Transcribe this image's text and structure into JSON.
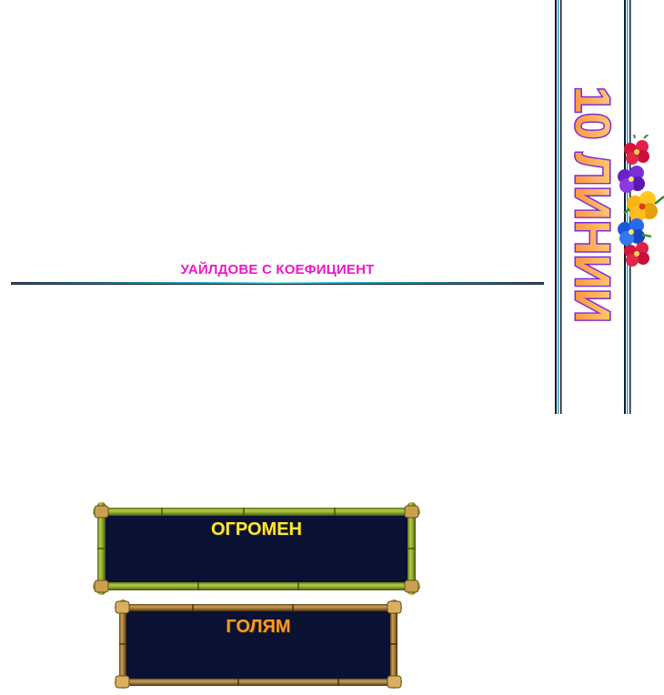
{
  "wilds": {
    "title": "УАЙЛДОВЕ С КОЕФИЦИЕНТ",
    "title_color": "#ee18c8"
  },
  "lines_banner": {
    "text": "10 ЛИНИИ",
    "fill_color": "#ffa64a",
    "outline_color": "#7b2bd6",
    "decoration": "hibiscus-flowers"
  },
  "jackpots": {
    "huge": {
      "label": "ОГРОМЕН",
      "color": "#ffe63a",
      "frame_color": "#7a9a2a"
    },
    "big": {
      "label": "ГОЛЯМ",
      "color": "#ff9a22",
      "frame_color": "#8a6a30"
    }
  }
}
